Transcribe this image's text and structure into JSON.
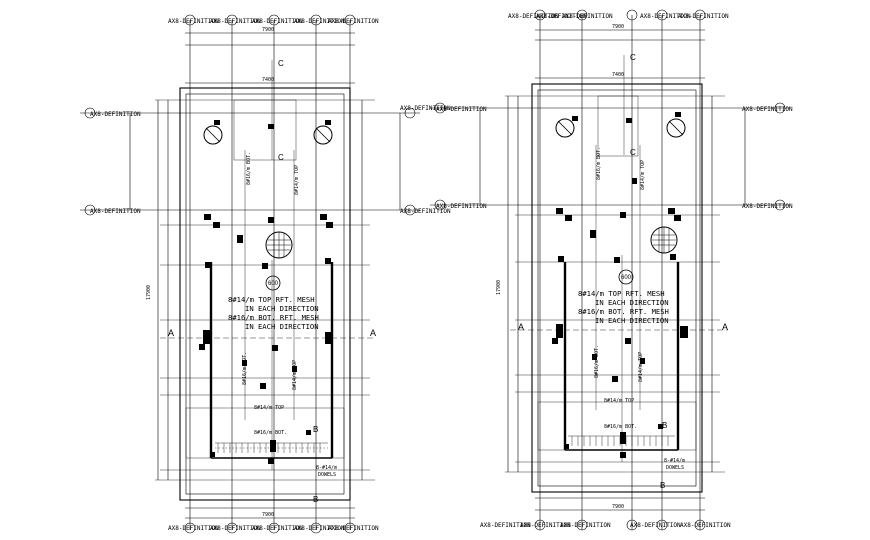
{
  "drawings": [
    {
      "id": "left",
      "axis_top_labels": [
        "AX8-DEFINITION",
        "AX8-DEFINITION",
        "AX8-DEFINITION",
        "AX8-DEFINITION",
        "AX8-DEFINITION"
      ],
      "axis_bottom_labels": [
        "AX8-DEFINITION",
        "AX8-DEFINITION",
        "AX8-DEFINITION",
        "AX8-DEFINITION",
        "AX8-DEFINITION"
      ],
      "axis_side_labels": [
        "AX8-DEFINITION",
        "AX8-DEFINITION",
        "AX8-DEFINITION",
        "AX8-DEFINITION"
      ],
      "overall_dim": "7900",
      "width_dim": "7400",
      "height_dim": "17900",
      "pile_label": "600",
      "section_c": "C",
      "section_a": "A",
      "section_b": "B",
      "notes": [
        "8#14/m TOP RFT. MESH",
        "IN EACH DIRECTION",
        "8#16/m BOT. RFT. MESH",
        "IN EACH DIRECTION"
      ],
      "rebar_top_lbl": "8#14/m TOP",
      "rebar_bot_lbl": "8#16/m BOT.",
      "dowel_lbl": "8-#14/m",
      "dowel_sub": "DOWELS",
      "vert_lbl_1": "8#16/m BOT.",
      "vert_lbl_2": "8#14/m TOP"
    },
    {
      "id": "right",
      "axis_top_labels": [
        "AX8-DEFINITION",
        "AX8-DEFINITION",
        "AX8-DEFINITION",
        "AX8-DEFINITION",
        "AX8-DEFINITION"
      ],
      "axis_bottom_labels": [
        "AX8-DEFINITION",
        "AX8-DEFINITION",
        "AX8-DEFINITION",
        "AX8-DEFINITION",
        "AX8-DEFINITION"
      ],
      "axis_side_labels": [
        "AX8-DEFINITION",
        "AX8-DEFINITION",
        "AX8-DEFINITION",
        "AX8-DEFINITION"
      ],
      "overall_dim": "7900",
      "width_dim": "7400",
      "height_dim": "17900",
      "pile_label": "600",
      "section_c": "C",
      "section_a": "A",
      "section_b": "B",
      "notes": [
        "8#14/m TOP RFT. MESH",
        "IN EACH DIRECTION",
        "8#16/m BOT. RFT. MESH",
        "IN EACH DIRECTION"
      ],
      "rebar_top_lbl": "8#14/m TOP",
      "rebar_bot_lbl": "8#16/m BOT.",
      "dowel_lbl": "8-#14/m",
      "dowel_sub": "DOWELS",
      "vert_lbl_1": "8#16/m BOT.",
      "vert_lbl_2": "8#14/m TOP"
    }
  ]
}
